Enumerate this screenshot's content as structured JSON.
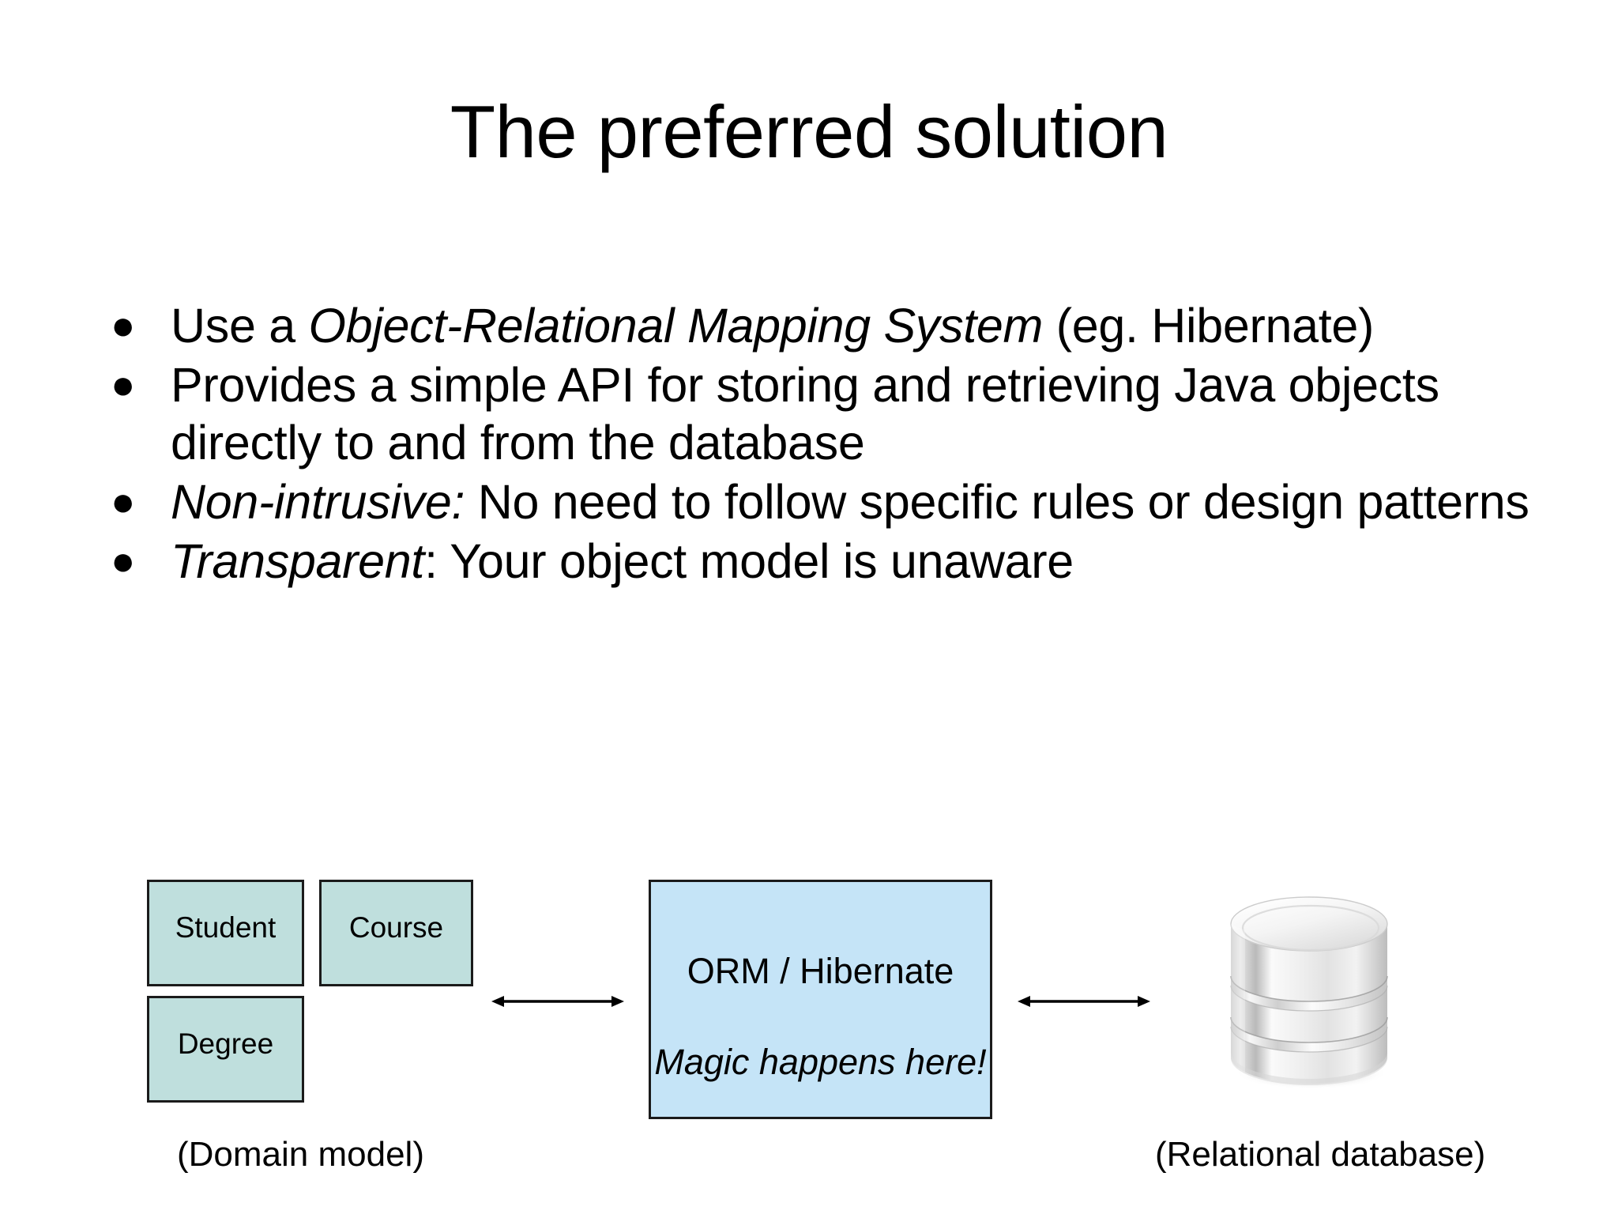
{
  "slide": {
    "title": "The preferred solution",
    "background_color": "#ffffff",
    "text_color": "#000000"
  },
  "bullets": [
    {
      "marker": "●",
      "runs": [
        {
          "text": "Use a ",
          "italic": false
        },
        {
          "text": "Object-Relational Mapping System",
          "italic": true
        },
        {
          "text": " (eg. Hibernate)",
          "italic": false
        }
      ]
    },
    {
      "marker": "●",
      "runs": [
        {
          "text": "Provides a simple API for storing and retrieving Java objects directly to and from the database",
          "italic": false
        }
      ]
    },
    {
      "marker": "●",
      "runs": [
        {
          "text": "Non-intrusive:",
          "italic": true
        },
        {
          "text": " No need to follow specific rules or design patterns",
          "italic": false
        }
      ]
    },
    {
      "marker": "●",
      "runs": [
        {
          "text": "Transparent",
          "italic": true
        },
        {
          "text": ": Your object model is unaware",
          "italic": false
        }
      ]
    }
  ],
  "diagram": {
    "domain_boxes": [
      {
        "label": "Student",
        "fill": "#bfdfdd"
      },
      {
        "label": "Course",
        "fill": "#bfdfdd"
      },
      {
        "label": "Degree",
        "fill": "#bfdfdd"
      }
    ],
    "orm_box": {
      "title": "ORM / Hibernate",
      "subtitle": "Magic happens here!",
      "fill": "#c5e4f7"
    },
    "database": {
      "icon": "database-cylinder-icon",
      "discs": 3,
      "fill": "#e8e8e8"
    },
    "arrows": [
      {
        "name": "arrow-domain-to-orm",
        "style": "double-headed"
      },
      {
        "name": "arrow-orm-to-database",
        "style": "double-headed"
      }
    ],
    "captions": {
      "left": "(Domain model)",
      "right": "(Relational database)"
    }
  }
}
